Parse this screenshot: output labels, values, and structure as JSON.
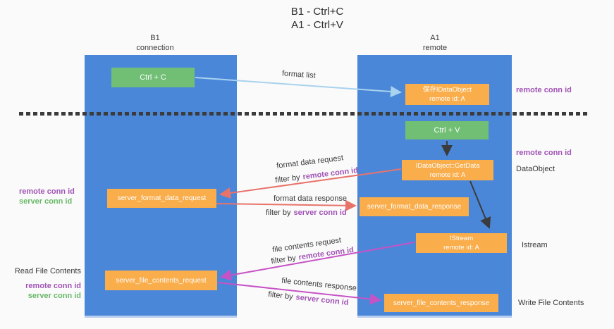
{
  "title": {
    "line1": "B1 - Ctrl+C",
    "line2": "A1 - Ctrl+V"
  },
  "lanes": {
    "b1": {
      "name": "B1",
      "subtitle": "connection"
    },
    "a1": {
      "name": "A1",
      "subtitle": "remote"
    }
  },
  "nodes": {
    "ctrl_c": {
      "label": "Ctrl + C"
    },
    "ctrl_v": {
      "label": "Ctrl + V"
    },
    "save_dataobject": {
      "line1": "保存IDataObject",
      "line2": "remote id: A"
    },
    "getdata": {
      "line1": "IDataObject::GetData",
      "line2": "remote id: A"
    },
    "istream": {
      "line1": "IStream",
      "line2": "remote id: A"
    },
    "server_format_data_request": {
      "label": "server_format_data_request"
    },
    "server_format_data_response": {
      "label": "server_format_data_response"
    },
    "server_file_contents_request": {
      "label": "server_file_contents_request"
    },
    "server_file_contents_response": {
      "label": "server_file_contents_response"
    }
  },
  "flow_labels": {
    "format_list": "format list",
    "format_data_request": "format data request",
    "format_data_request_filter": {
      "prefix": "filter by",
      "id": "remote conn id"
    },
    "format_data_response": "format data response",
    "format_data_response_filter": {
      "prefix": "filter by",
      "id": "server conn id"
    },
    "file_contents_request": "file contents request",
    "file_contents_request_filter": {
      "prefix": "filter by",
      "id": "remote conn id"
    },
    "file_contents_response": "file contents response",
    "file_contents_response_filter": {
      "prefix": "filter by",
      "id": "server conn id"
    }
  },
  "side_labels": {
    "right_remote_conn_id_top": "remote conn id",
    "right_remote_conn_id_mid": "remote conn id",
    "dataobject": "DataObject",
    "istream": "Istream",
    "write_file_contents": "Write File Contents",
    "left_remote_conn_id_top": "remote conn id",
    "left_server_conn_id_top": "server conn id",
    "read_file_contents": "Read File Contents",
    "left_remote_conn_id_bottom": "remote conn id",
    "left_server_conn_id_bottom": "server conn id"
  },
  "colors": {
    "lane_blue": "#4b87d9",
    "node_green": "#71bf74",
    "node_orange": "#f9ad4b",
    "arrow_lightblue": "#a8d2ee",
    "arrow_salmon": "#e8736b",
    "arrow_magenta": "#c653c6",
    "arrow_black": "#3b3b3b",
    "id_purple": "#a153b5",
    "id_green": "#67b967",
    "background": "#fafafa"
  }
}
